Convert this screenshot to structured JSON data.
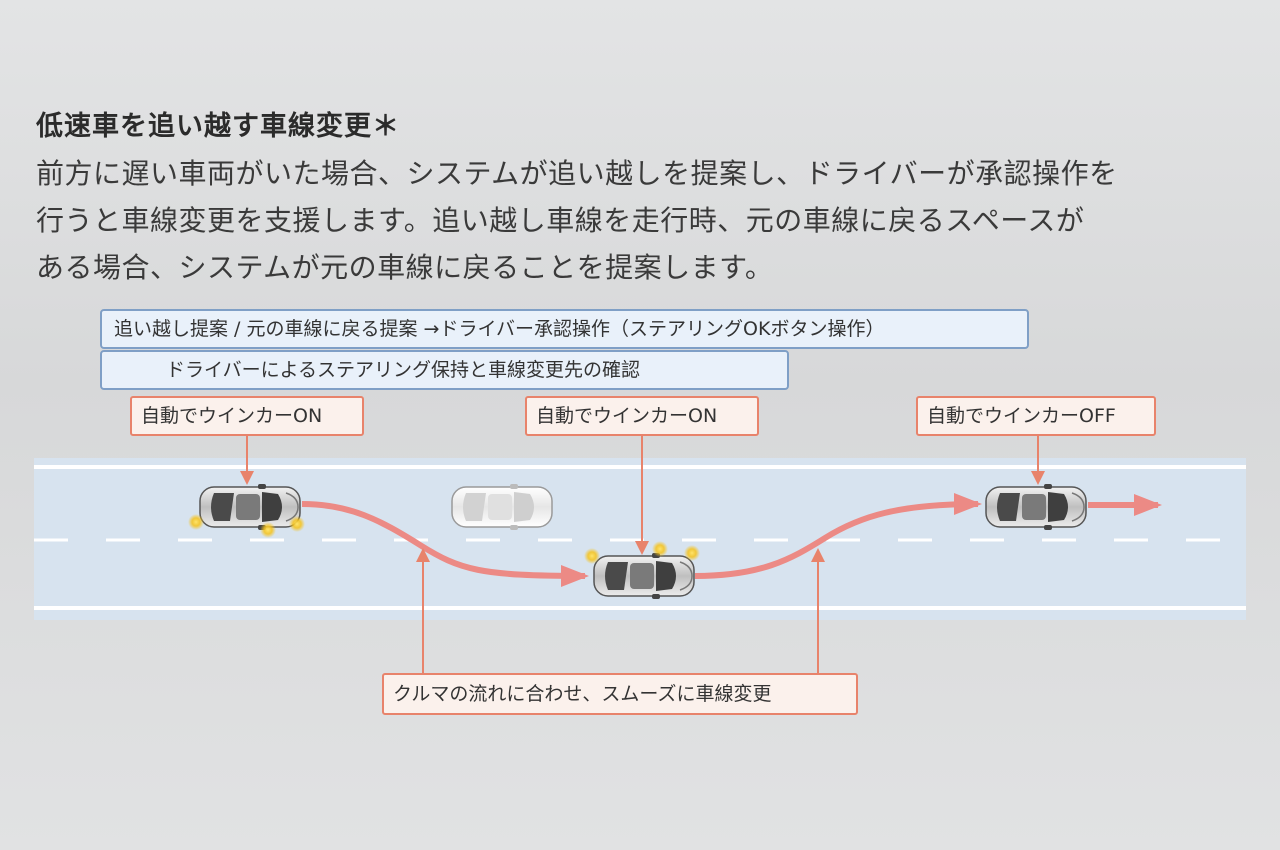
{
  "heading": {
    "title": "低速車を追い越す車線変更＊",
    "lines": [
      "前方に遅い車両がいた場合、システムが追い越しを提案し、ドライバーが承認操作を",
      "行うと車線変更を支援します。追い越し車線を走行時、元の車線に戻るスペースが",
      "ある場合、システムが元の車線に戻ることを提案します。"
    ]
  },
  "phase_boxes": {
    "proposal": "追い越し提案 / 元の車線に戻る提案 →ドライバー承認操作（ステアリングOKボタン操作）",
    "confirm": "ドライバーによるステアリング保持と車線変更先の確認"
  },
  "callouts": {
    "blinker_on_1": "自動でウインカーON",
    "blinker_on_2": "自動でウインカーON",
    "blinker_off": "自動でウインカーOFF",
    "smooth_change": "クルマの流れに合わせ、スムーズに車線変更"
  },
  "colors": {
    "road": "#d7e3ef",
    "lane_marking": "#ffffff",
    "path_arrow": "#ec8a85",
    "callout_border": "#e8836b",
    "callout_fill": "#fbf1ec",
    "phase_border": "#7f9fc6",
    "phase_fill": "#e9f1fa",
    "blinker": "#f5c21b"
  }
}
